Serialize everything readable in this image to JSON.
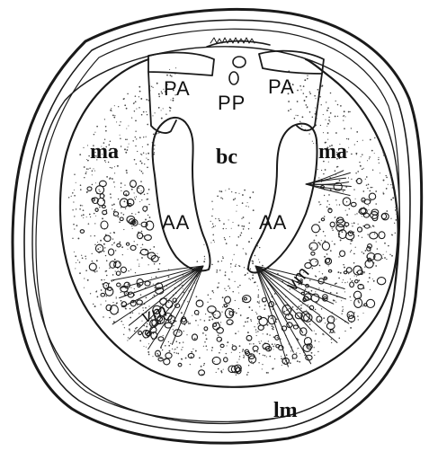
{
  "labels": {
    "pa_left": "PA",
    "pa_right": "PA",
    "pp": "PP",
    "ma_left": "ma",
    "ma_right": "ma",
    "bc": "bc",
    "aa_left": "AA",
    "aa_right": "AA",
    "vm_left": "vm",
    "vm_right": "vm",
    "lm": "lm"
  },
  "colors": {
    "ink": "#1a1a1a",
    "paper": "#ffffff"
  }
}
